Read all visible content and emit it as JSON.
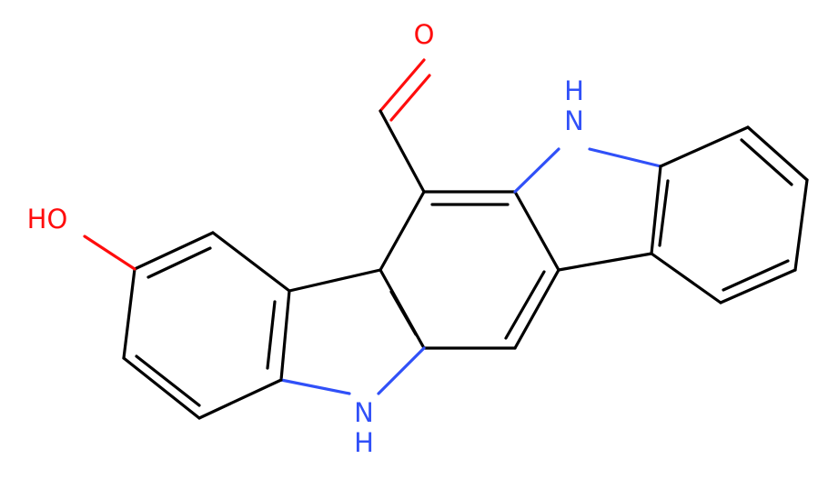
{
  "colors": {
    "bond": "#000000",
    "oxygen": "#ff0d0d",
    "nitrogen": "#3050f8",
    "background": "#ffffff"
  },
  "atoms": {
    "aldehyde_oxygen": "O",
    "hydroxyl": "HO",
    "nh_top": "N",
    "nh_top_h": "H",
    "nh_bottom": "N",
    "nh_bottom_h": "H"
  }
}
